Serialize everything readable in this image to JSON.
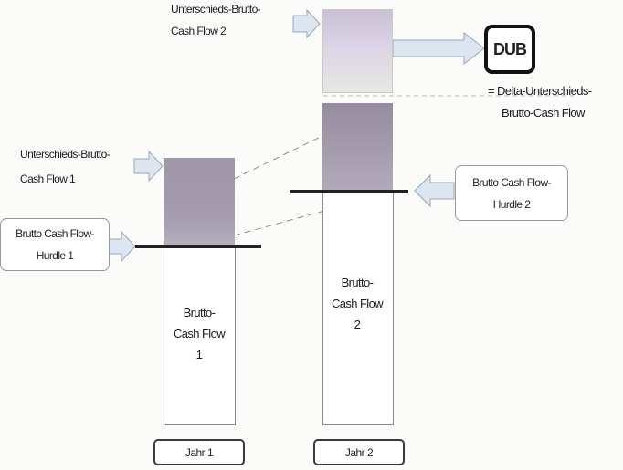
{
  "labels": {
    "diff_cf2": [
      "Unterschieds-Brutto-",
      "Cash Flow 2"
    ],
    "diff_cf1": [
      "Unterschieds-Brutto-",
      "Cash Flow 1"
    ],
    "hurdle1": [
      "Brutto Cash Flow-",
      "Hurdle 1"
    ],
    "hurdle2": [
      "Brutto Cash Flow-",
      "Hurdle 2"
    ],
    "dub": "DUB",
    "dub_def": [
      "= Delta-Unterschieds-",
      "Brutto-Cash Flow"
    ],
    "bar1": [
      "Brutto-",
      "Cash Flow",
      "1"
    ],
    "bar2": [
      "Brutto-",
      "Cash Flow",
      "2"
    ],
    "year1": "Jahr 1",
    "year2": "Jahr 2"
  },
  "colors": {
    "arrow_fill": "#dde6f0",
    "arrow_stroke": "#9aa7b5",
    "hurdle_line": "#222222",
    "dashed": "#9a9a9a"
  }
}
